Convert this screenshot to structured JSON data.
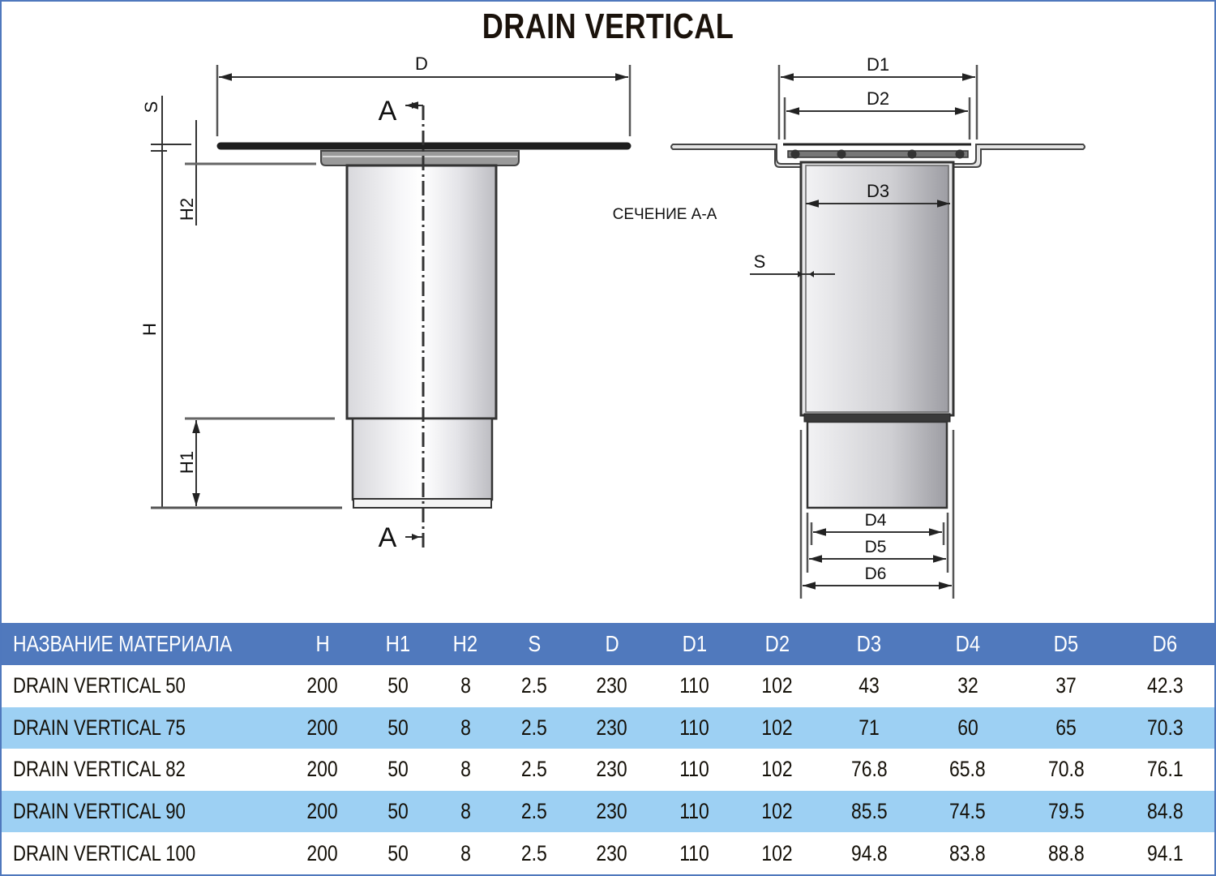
{
  "title": "DRAIN VERTICAL",
  "diagram": {
    "front_view": {
      "labels": {
        "D": "D",
        "S": "S",
        "H2": "H2",
        "H": "H",
        "H1": "H1",
        "section_top": "A",
        "section_bottom": "A"
      }
    },
    "section_caption": "СЕЧЕНИЕ А-А",
    "section_view": {
      "labels": {
        "D1": "D1",
        "D2": "D2",
        "D3": "D3",
        "S": "S",
        "D4": "D4",
        "D5": "D5",
        "D6": "D6"
      }
    }
  },
  "table": {
    "columns": [
      "НАЗВАНИЕ МАТЕРИАЛА",
      "H",
      "H1",
      "H2",
      "S",
      "D",
      "D1",
      "D2",
      "D3",
      "D4",
      "D5",
      "D6"
    ],
    "rows": [
      [
        "DRAIN VERTICAL 50",
        "200",
        "50",
        "8",
        "2.5",
        "230",
        "110",
        "102",
        "43",
        "32",
        "37",
        "42.3"
      ],
      [
        "DRAIN VERTICAL 75",
        "200",
        "50",
        "8",
        "2.5",
        "230",
        "110",
        "102",
        "71",
        "60",
        "65",
        "70.3"
      ],
      [
        "DRAIN VERTICAL 82",
        "200",
        "50",
        "8",
        "2.5",
        "230",
        "110",
        "102",
        "76.8",
        "65.8",
        "70.8",
        "76.1"
      ],
      [
        "DRAIN VERTICAL 90",
        "200",
        "50",
        "8",
        "2.5",
        "230",
        "110",
        "102",
        "85.5",
        "74.5",
        "79.5",
        "84.8"
      ],
      [
        "DRAIN VERTICAL 100",
        "200",
        "50",
        "8",
        "2.5",
        "230",
        "110",
        "102",
        "94.8",
        "83.8",
        "88.8",
        "94.1"
      ]
    ]
  },
  "colors": {
    "header_bg": "#5079bd",
    "alt_row_bg": "#9dd0f3",
    "frame_border": "#4f78bd",
    "text_dark": "#141008"
  }
}
